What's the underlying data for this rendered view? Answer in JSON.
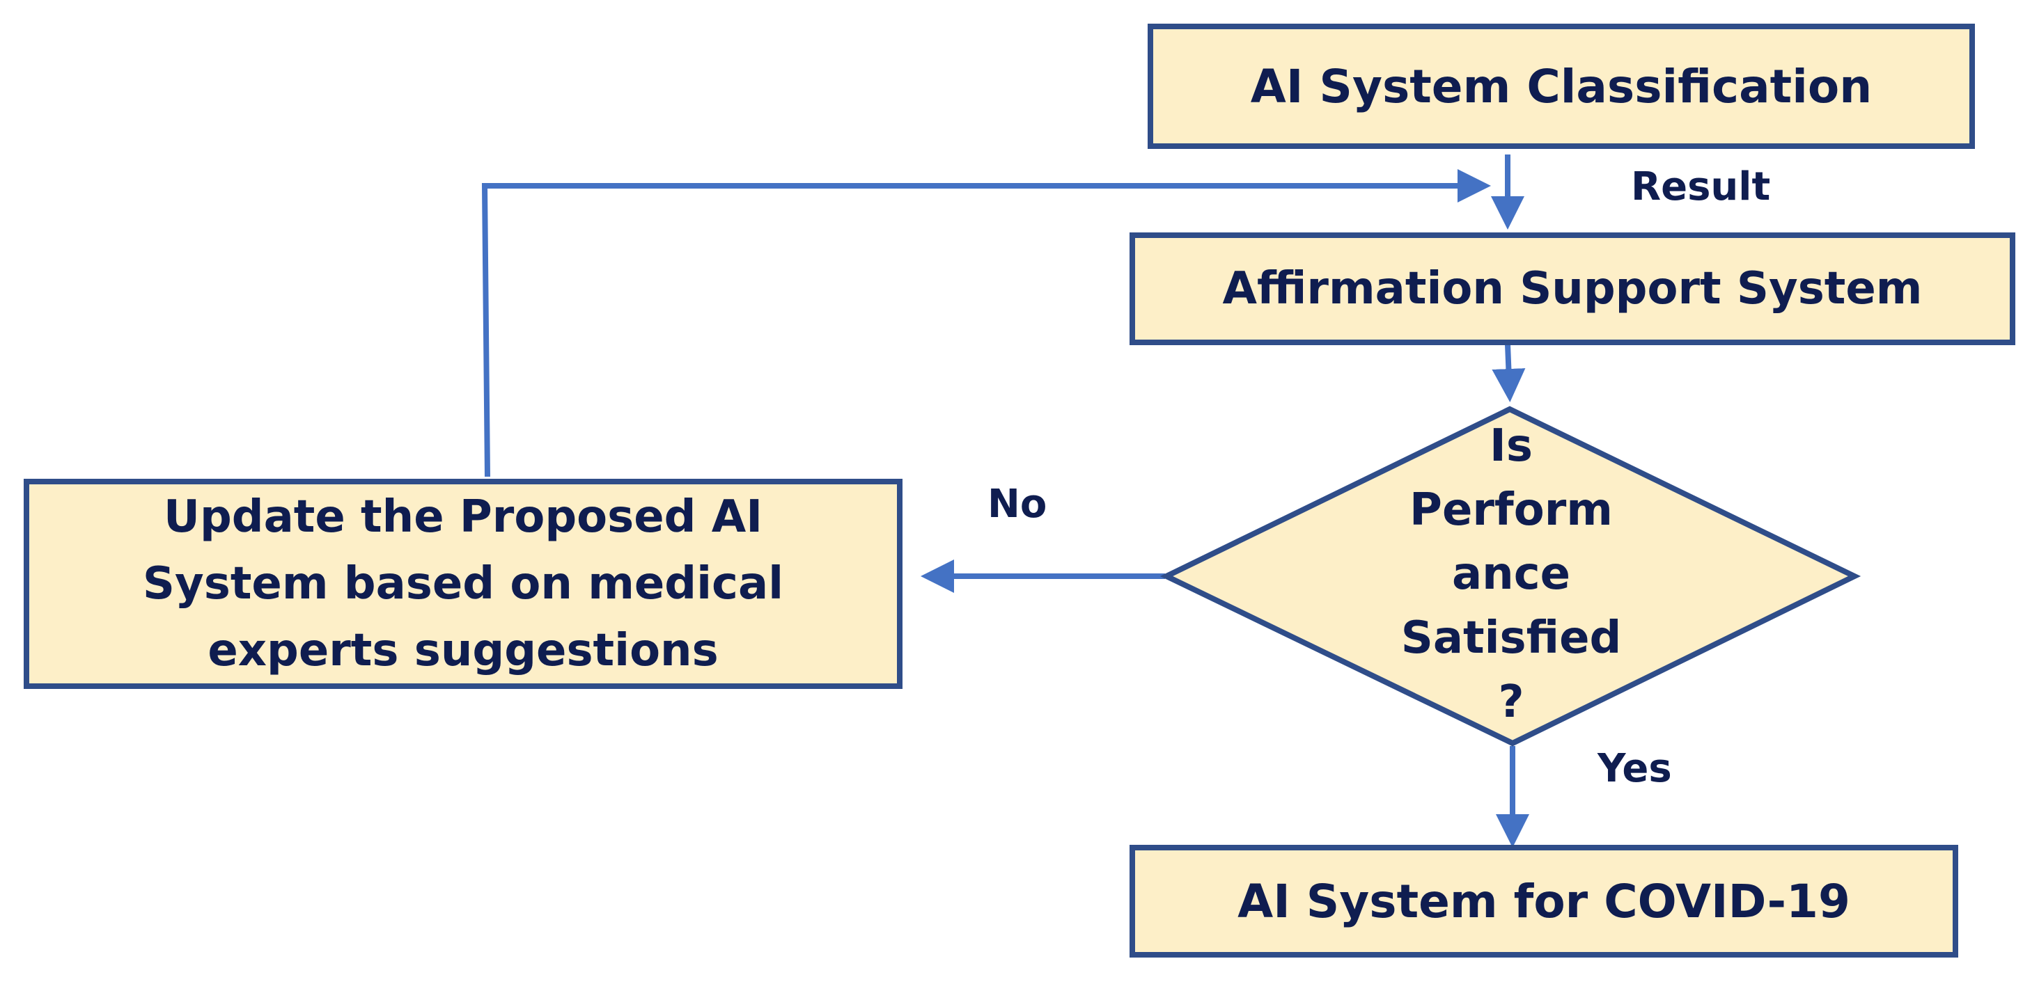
{
  "nodes": {
    "classification": {
      "text": "AI System Classification"
    },
    "affirmation": {
      "text": "Affirmation Support System"
    },
    "decision": {
      "lines": [
        "Is",
        "Perform",
        "ance",
        "Satisfied",
        "?"
      ]
    },
    "update": {
      "lines": [
        "Update the Proposed AI",
        "System based on medical",
        "experts suggestions"
      ]
    },
    "final": {
      "text": "AI System for COVID-19"
    }
  },
  "edges": {
    "result_label": "Result",
    "no_label": "No",
    "yes_label": "Yes"
  },
  "colors": {
    "box_fill": "#fdefc8",
    "box_border": "#2f4d89",
    "arrow": "#4472c4",
    "text": "#0f1d50"
  }
}
